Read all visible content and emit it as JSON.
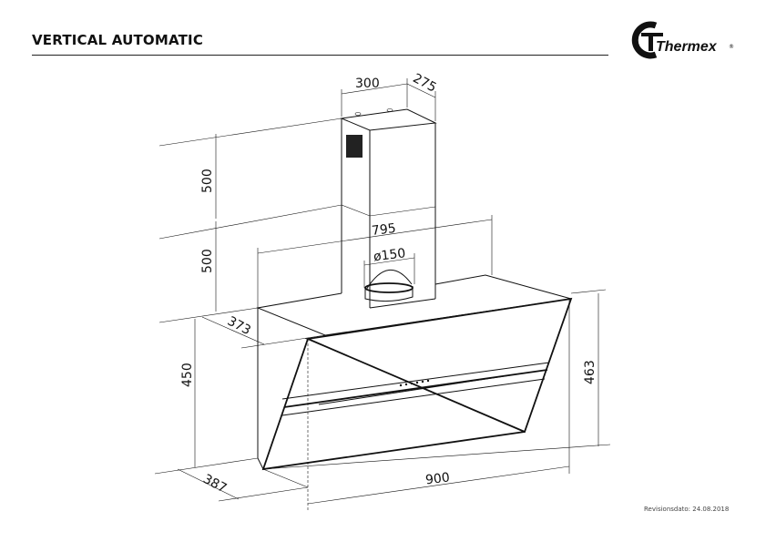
{
  "header": {
    "title": "VERTICAL AUTOMATIC"
  },
  "logo": {
    "text": "Thermex",
    "mark": "®"
  },
  "footer": {
    "revision": "Revisionsdato: 24.08.2018"
  },
  "dimensions": {
    "chimney_width": "300",
    "chimney_depth": "275",
    "chimney_upper_height": "500",
    "chimney_lower_height": "500",
    "top_width": "795",
    "duct_diameter": "ø150",
    "top_depth": "373",
    "body_height": "450",
    "bottom_depth": "387",
    "total_width": "900",
    "glass_height": "463"
  }
}
